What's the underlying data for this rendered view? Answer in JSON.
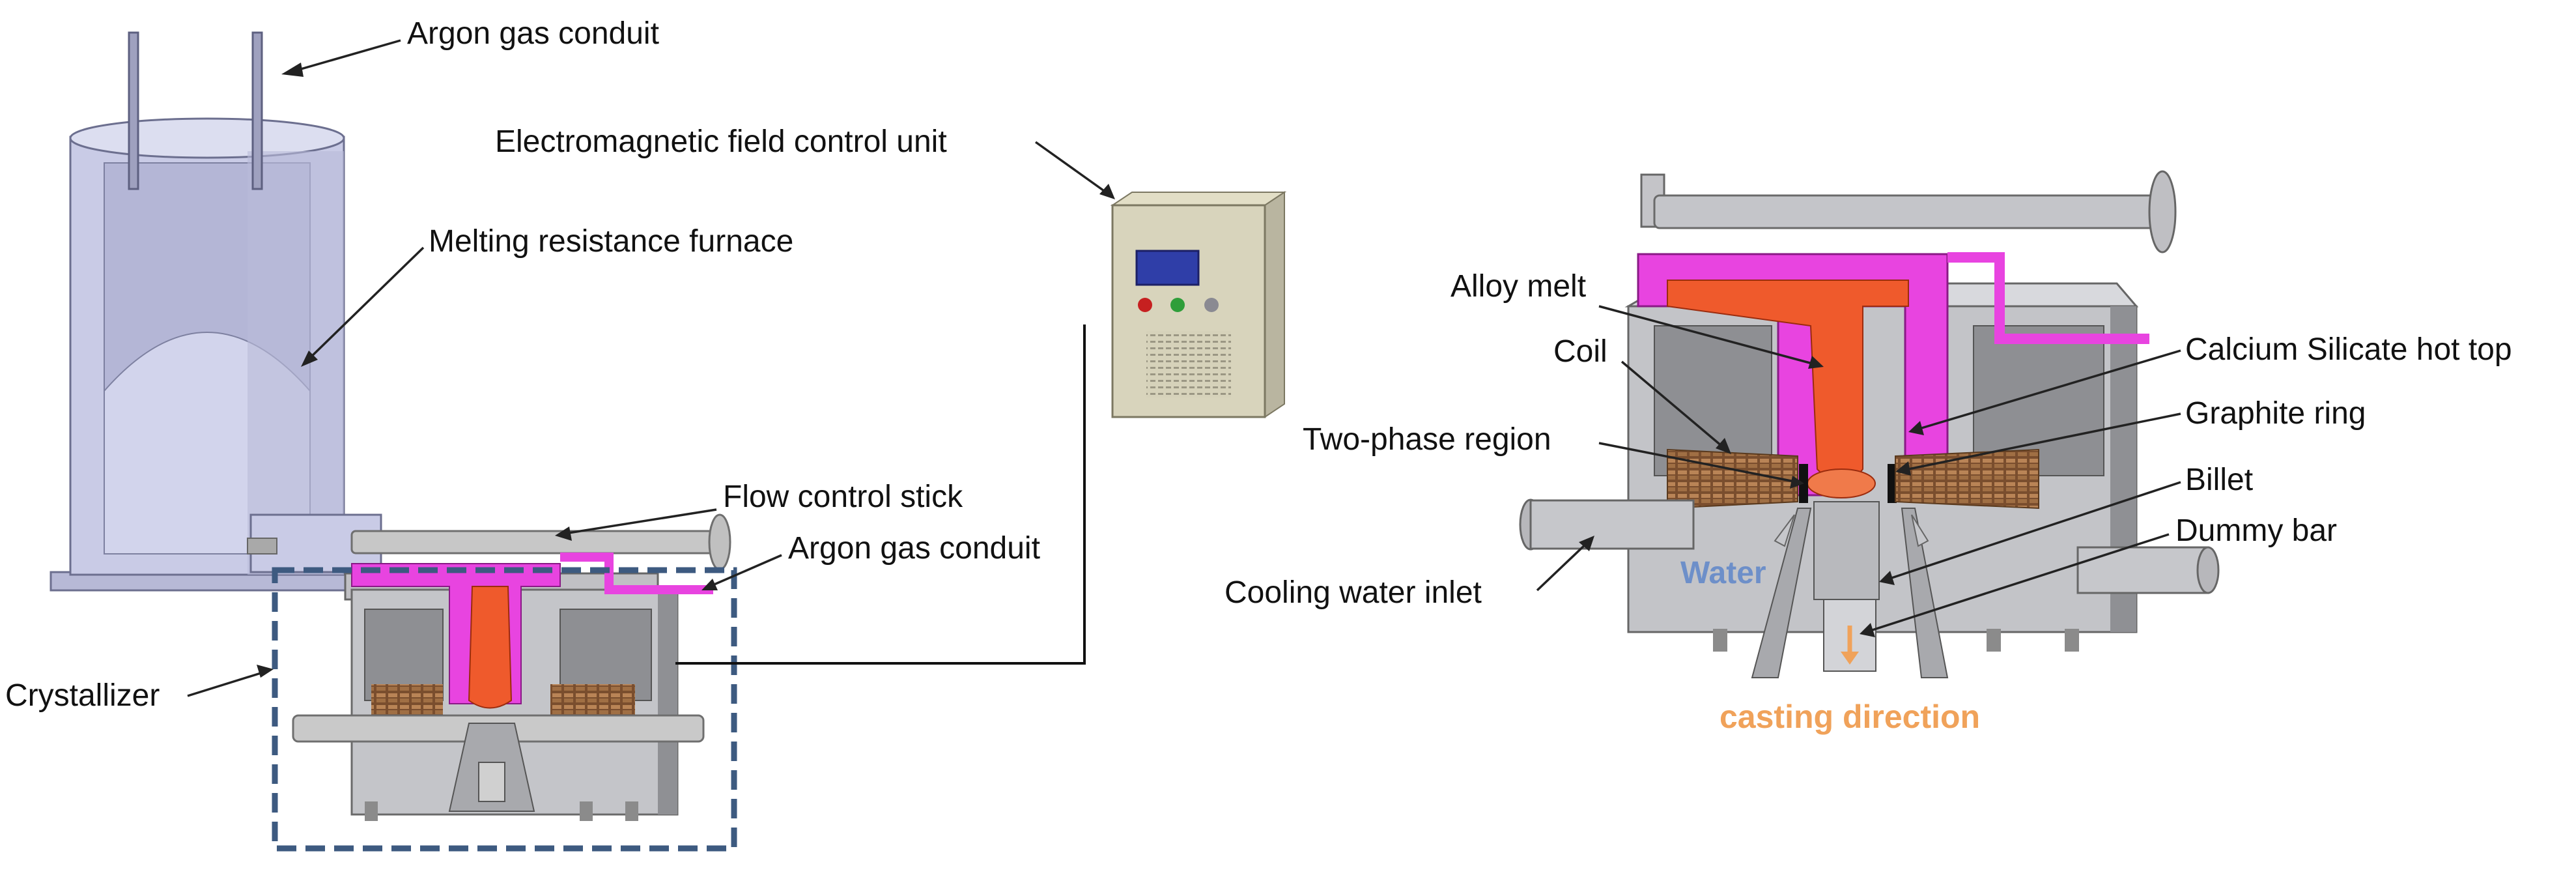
{
  "labels": {
    "argon_top": "Argon gas conduit",
    "em_control_unit": "Electromagnetic field control unit",
    "melting_furnace": "Melting resistance furnace",
    "flow_control_stick": "Flow control stick",
    "argon_mid": "Argon gas conduit",
    "crystallizer": "Crystallizer",
    "alloy_melt": "Alloy melt",
    "coil": "Coil",
    "two_phase_region": "Two-phase region",
    "cooling_water_inlet": "Cooling water inlet",
    "calcium_silicate_hot_top": "Calcium Silicate hot top",
    "graphite_ring": "Graphite ring",
    "billet": "Billet",
    "dummy_bar": "Dummy bar",
    "water": "Water",
    "casting_direction": "casting direction"
  },
  "colors": {
    "hot_top": "#e844e0",
    "alloy_melt": "#ef5a2c",
    "equipment_grey": "#b8b9bd",
    "furnace_lavender": "#c9cbe6",
    "crystallizer_frame": "#3d5a80",
    "water_label": "#6d8fc9",
    "casting_label": "#f0a25a"
  }
}
